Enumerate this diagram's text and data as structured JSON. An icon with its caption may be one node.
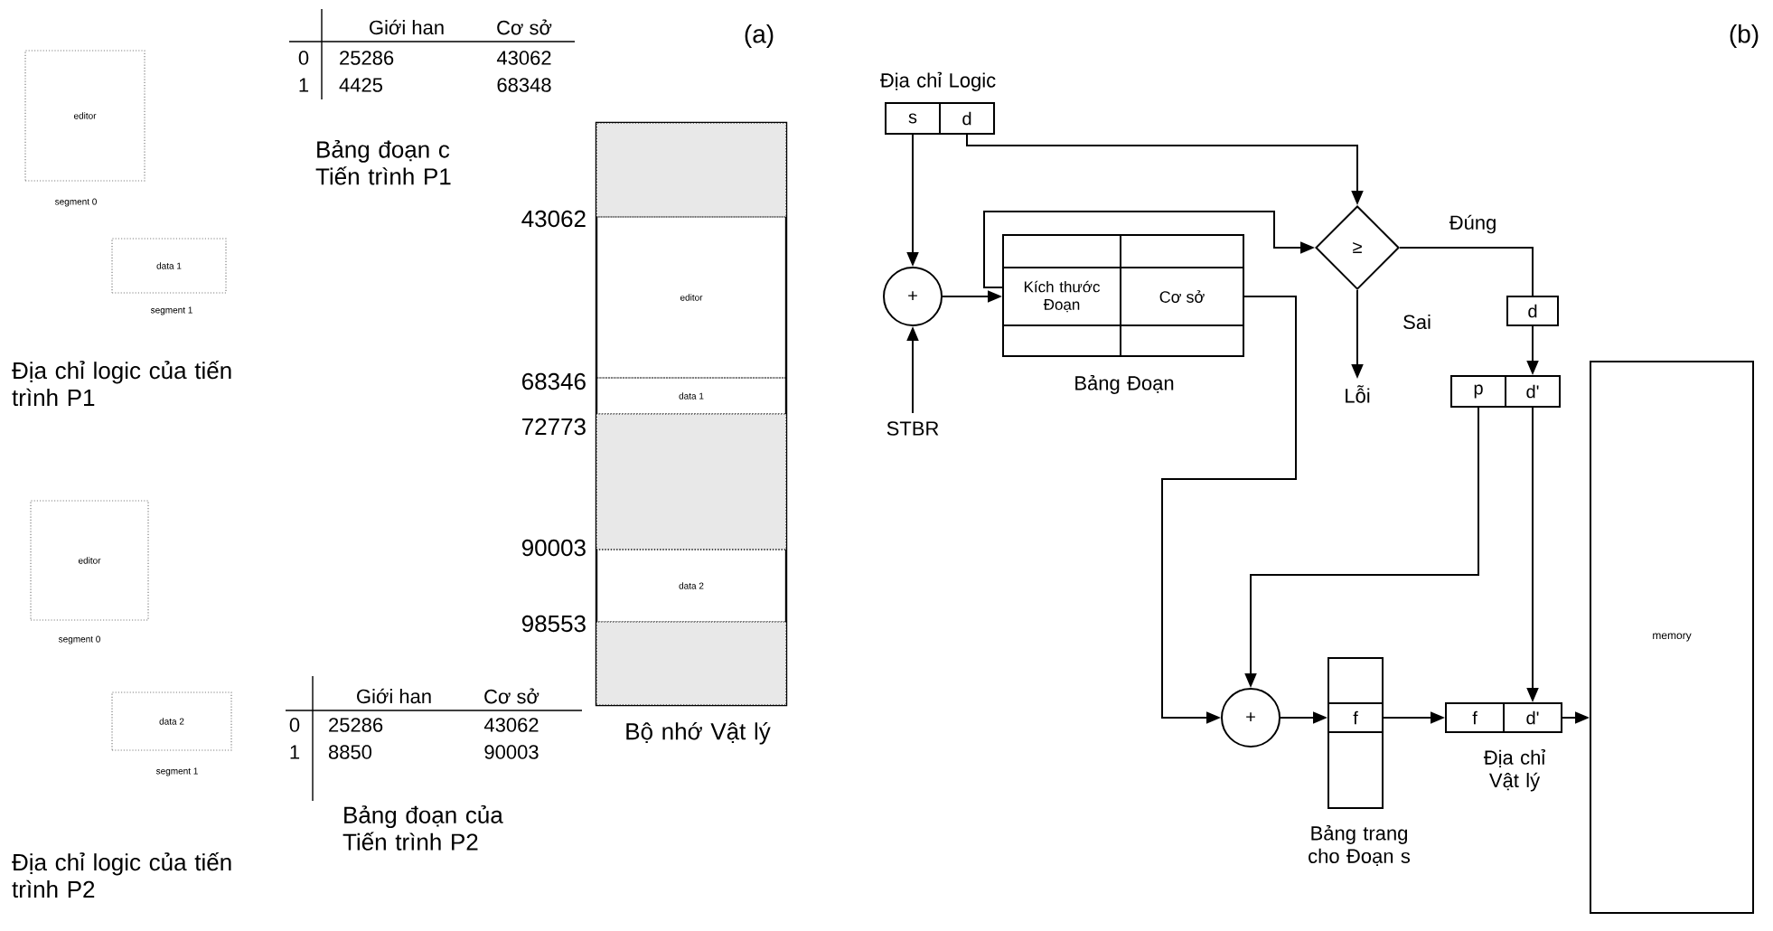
{
  "diagram": {
    "nodes": [
      {
        "text": [
          "editor"
        ],
        "beside": [
          "segment 0"
        ]
      },
      {
        "text": [
          "data 1"
        ],
        "beside": [
          "segment 1"
        ]
      },
      {
        "text": [
          "editor"
        ],
        "beside": [
          "segment 0"
        ]
      },
      {
        "text": [
          "data 2"
        ],
        "beside": [
          "segment 1"
        ]
      },
      {
        "text": [
          "Bộ nhớ Vật lý"
        ]
      },
      {
        "text": [],
        "shape": "box",
        "in": 4
      },
      {
        "text": [
          "editor"
        ],
        "in": 4
      },
      {
        "text": [
          "data 1"
        ],
        "in": 4
      },
      {
        "text": [],
        "shape": "box",
        "in": 4
      },
      {
        "text": [
          "data 2"
        ],
        "in": 4
      },
      {
        "text": [],
        "shape": "box",
        "in": 4
      },
      {
        "text": [
          "Địa chỉ Logic"
        ]
      },
      {
        "text": [
          "s"
        ],
        "in": 11
      },
      {
        "text": [
          "d"
        ],
        "in": 11
      },
      {
        "text": [
          "+"
        ]
      },
      {
        "text": [
          "STBR"
        ]
      },
      {
        "text": [
          "Bảng Đoạn"
        ]
      },
      {
        "text": [
          "Kích thước Đoạn"
        ],
        "in": 16
      },
      {
        "text": [
          "Cơ sở"
        ],
        "in": 16
      },
      {
        "text": [
          "≥"
        ]
      },
      {
        "text": [
          "Lỗi"
        ]
      },
      {
        "text": [
          "d"
        ]
      },
      {
        "text": [],
        "shape": "box"
      },
      {
        "text": [
          "p"
        ],
        "in": 22
      },
      {
        "text": [
          "d'"
        ],
        "in": 22
      },
      {
        "text": [
          "+"
        ]
      },
      {
        "text": [
          "Bảng trang cho Đoạn s"
        ]
      },
      {
        "text": [
          "f"
        ],
        "in": 26
      },
      {
        "text": [
          "Địa chỉ Vật lý"
        ]
      },
      {
        "text": [
          "f"
        ],
        "in": 28
      },
      {
        "text": [
          "d'"
        ],
        "in": 28
      },
      {
        "text": [
          "memory"
        ]
      }
    ],
    "edges": [
      {
        "from": 12,
        "to": 14,
        "arrow": "to"
      },
      {
        "from": 15,
        "to": 14,
        "arrow": "to"
      },
      {
        "from": 13,
        "to": 19,
        "arrow": "to"
      },
      {
        "from": 14,
        "to": 17,
        "arrow": "to"
      },
      {
        "from": 17,
        "to": 19,
        "arrow": "to"
      },
      {
        "from": 19,
        "to": 21,
        "arrow": "none",
        "label": "Đúng"
      },
      {
        "from": 19,
        "to": 20,
        "arrow": "to",
        "label": "Sai"
      },
      {
        "from": 21,
        "to": 24,
        "arrow": "to"
      },
      {
        "from": 18,
        "to": 25,
        "arrow": "to"
      },
      {
        "from": 23,
        "to": 25,
        "arrow": "to"
      },
      {
        "from": 25,
        "to": 27,
        "arrow": "to"
      },
      {
        "from": 27,
        "to": 29,
        "arrow": "to"
      },
      {
        "from": 24,
        "to": 30,
        "arrow": "to"
      },
      {
        "from": 28,
        "to": 31,
        "arrow": "to"
      }
    ],
    "labels": [
      "Giới han",
      "Cơ sở",
      "0",
      "25286",
      "43062",
      "1",
      "4425",
      "68348",
      "(a)",
      "Bảng đoạn c Tiến trình P1",
      "43062",
      "Địa chỉ logic của tiến trình P1",
      "68346",
      "72773",
      "90003",
      "98553",
      "Giới han",
      "Cơ sở",
      "0",
      "25286",
      "43062",
      "1",
      "8850",
      "90003",
      "Bảng đoạn của Tiến trình P2",
      "Địa chỉ logic của tiến trình P2",
      "(b)"
    ]
  }
}
